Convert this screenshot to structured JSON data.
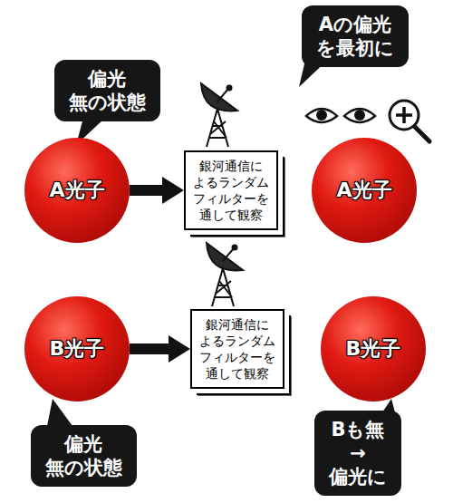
{
  "diagram": {
    "nodes": [
      {
        "text": [
          "偏光 無の状態"
        ]
      },
      {
        "text": [
          "Aの偏光 を最初に"
        ]
      },
      {
        "text": [
          "A光子"
        ]
      },
      {
        "text": [
          "銀河通信に よるランダム フィルターを 通して観察"
        ]
      },
      {
        "text": [
          "A光子"
        ]
      },
      {
        "text": [
          "B光子"
        ]
      },
      {
        "text": [
          "銀河通信に よるランダム フィルターを 通して観察"
        ]
      },
      {
        "text": [
          "B光子"
        ]
      },
      {
        "text": [
          "偏光 無の状態"
        ]
      },
      {
        "text": [
          "Bも無→ 偏光に"
        ]
      }
    ],
    "edges": [
      {
        "from": 2,
        "to": 3,
        "arrow": "to"
      },
      {
        "from": 5,
        "to": 6,
        "arrow": "to"
      }
    ]
  }
}
